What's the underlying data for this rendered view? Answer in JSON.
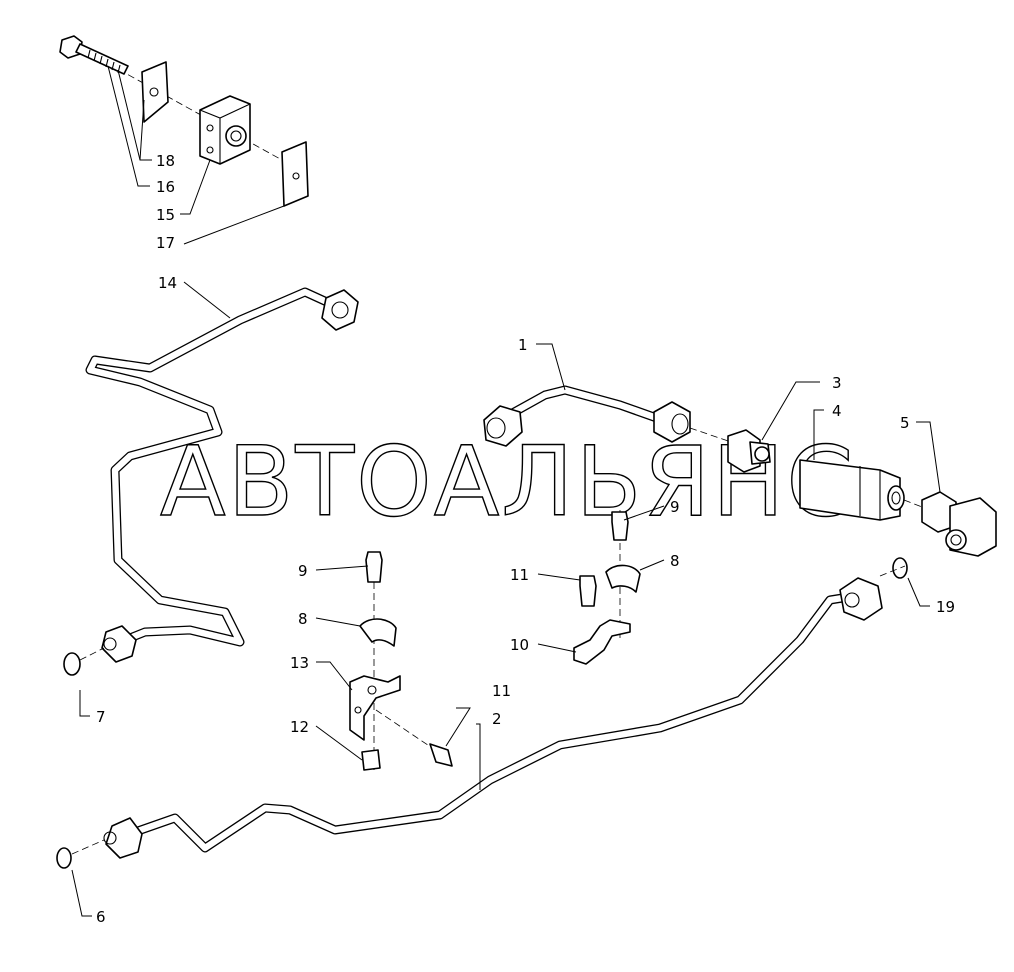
{
  "watermark": "АВТОАЛЬЯНС",
  "callouts": {
    "c1": "1",
    "c2": "2",
    "c3": "3",
    "c4": "4",
    "c5": "5",
    "c6": "6",
    "c7": "7",
    "c8a": "8",
    "c8b": "8",
    "c9a": "9",
    "c9b": "9",
    "c10": "10",
    "c11a": "11",
    "c11b": "11",
    "c12": "12",
    "c13": "13",
    "c14": "14",
    "c15": "15",
    "c16": "16",
    "c17": "17",
    "c18": "18",
    "c19": "19"
  }
}
